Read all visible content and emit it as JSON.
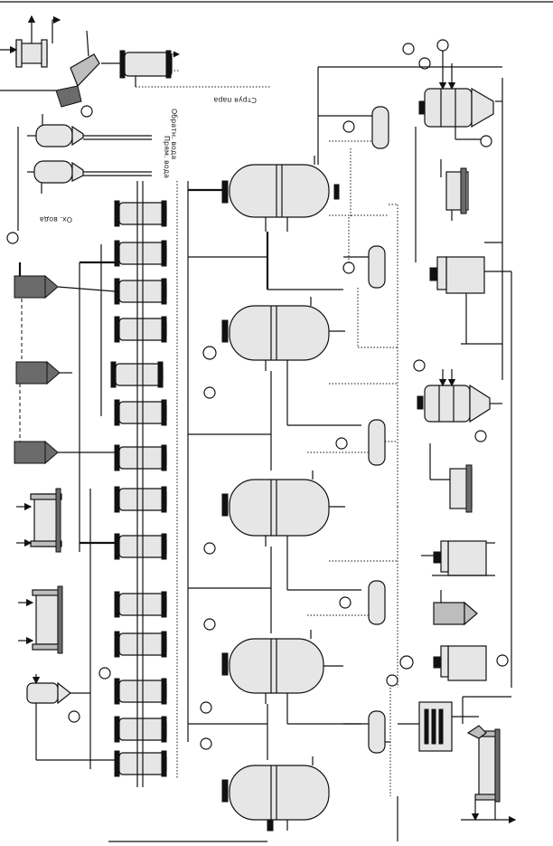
{
  "labels": {
    "deaerated_water": "Ох. вода",
    "cooling_water_out": "Обратн. вода",
    "cooling_water_in": "Прям. вода",
    "vacuum_line": "Струя пара"
  },
  "colors": {
    "equipment_fill": "#e6e6e6",
    "equipment_dark": "#6b6b6b",
    "line": "#111111"
  }
}
